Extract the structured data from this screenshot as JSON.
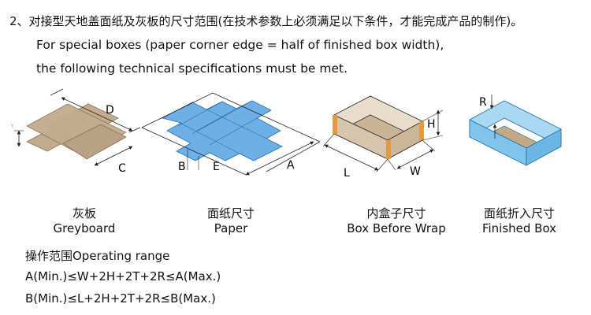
{
  "heading": "2、对接型天地盖面纸及灰板的尺寸范围(在技术参数上必须满足以下条件，才能完成产品的制作)。",
  "english_line1": "For special boxes (paper corner edge = half of finished box width),",
  "english_line2": "the following technical specifications must be met.",
  "diagrams": {
    "greyboard": {
      "label_d": "D",
      "label_c": "C",
      "label_t": "T",
      "caption_cn": "灰板",
      "caption_en": "Greyboard"
    },
    "paper": {
      "label_b": "B",
      "label_e": "E",
      "label_a": "A",
      "caption_cn": "面纸尺寸",
      "caption_en": "Paper"
    },
    "inner_box": {
      "label_h": "H",
      "label_l": "L",
      "label_w": "W",
      "caption_cn": "内盒子尺寸",
      "caption_en": "Box Before Wrap"
    },
    "finished_box": {
      "label_r": "R",
      "caption_cn": "面纸折入尺寸",
      "caption_en": "Finished Box"
    }
  },
  "operating_range": {
    "title": "操作范围Operating range",
    "formula_a": "A(Min.)≤W+2H+2T+2R≤A(Max.)",
    "formula_b": "B(Min.)≤L+2H+2T+2R≤B(Max.)"
  },
  "colors": {
    "greyboard_fill": "#c2ab8e",
    "paper_fill": "#6cb0e6",
    "box_wall": "#d6c4ac",
    "box_edge_orange": "#e59a3c",
    "finished_fill": "#7fc4ec",
    "line": "#222222"
  }
}
